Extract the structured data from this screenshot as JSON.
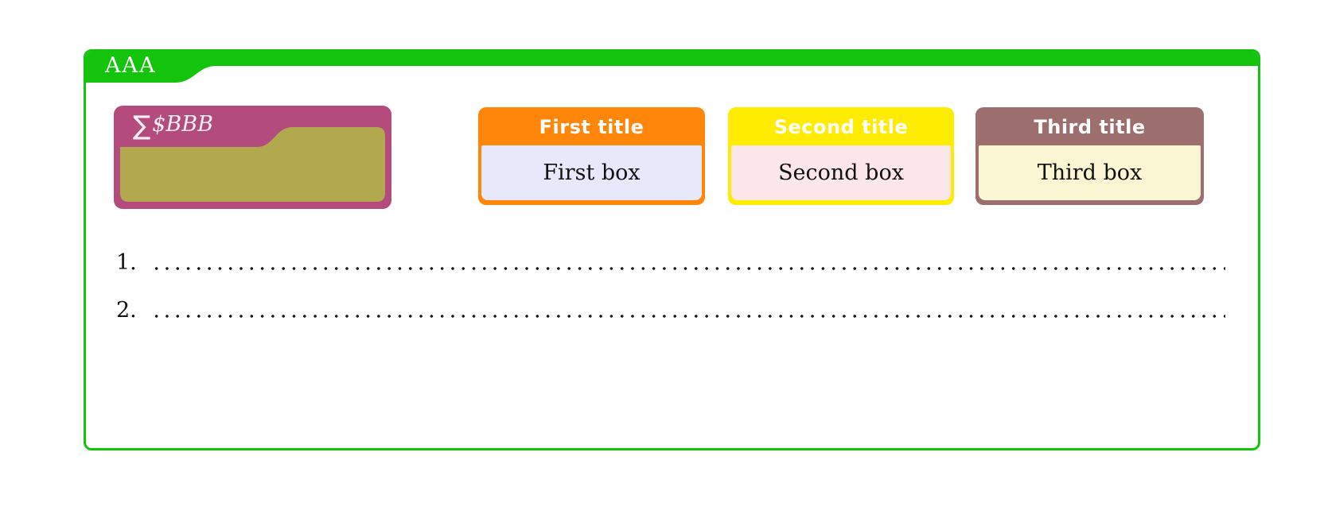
{
  "page": {
    "background": "#ffffff"
  },
  "frame": {
    "tab_label": "AAA",
    "color": "#13c30c",
    "tab_text_color": "#ffffff"
  },
  "sum_card": {
    "symbol": "∑",
    "label": "$BBB",
    "frame_color": "#b44b7d",
    "body_color": "#b2a84d",
    "title_text_color": "#f9eff6"
  },
  "cards": [
    {
      "title": "First title",
      "body": "First box",
      "frame_color": "#ff8609",
      "body_color": "#e8e8fb",
      "title_text_color": "#ffffff"
    },
    {
      "title": "Second title",
      "body": "Second box",
      "frame_color": "#ffec00",
      "body_color": "#fbe7e9",
      "title_text_color": "#ffffff"
    },
    {
      "title": "Third title",
      "body": "Third box",
      "frame_color": "#9d6e6e",
      "body_color": "#faf5d3",
      "title_text_color": "#ffffff"
    }
  ],
  "question_list": {
    "items": [
      {
        "number": "1."
      },
      {
        "number": "2."
      }
    ],
    "dot_color": "#1b1b1b",
    "text_color": "#111111"
  }
}
